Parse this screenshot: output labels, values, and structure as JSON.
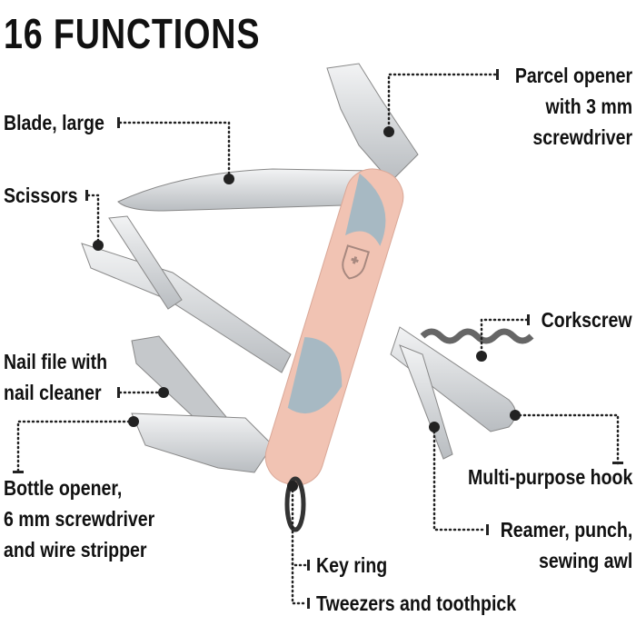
{
  "title": "16 FUNCTIONS",
  "colors": {
    "handle": "#f1c3b3",
    "handle_pattern": "#9fb8c4",
    "steel": "#d4d7da",
    "text": "#111111"
  },
  "functions": [
    {
      "lines": [
        "Parcel opener",
        "with 3 mm",
        "screwdriver"
      ]
    },
    {
      "lines": [
        "Blade, large"
      ]
    },
    {
      "lines": [
        "Scissors"
      ]
    },
    {
      "lines": [
        "Corkscrew"
      ]
    },
    {
      "lines": [
        "Nail file with",
        "nail cleaner"
      ]
    },
    {
      "lines": [
        "Bottle opener,",
        "6 mm screwdriver",
        "and wire stripper"
      ]
    },
    {
      "lines": [
        "Multi-purpose hook"
      ]
    },
    {
      "lines": [
        "Reamer, punch,",
        "sewing awl"
      ]
    },
    {
      "lines": [
        "Key ring"
      ]
    },
    {
      "lines": [
        "Tweezers and toothpick"
      ]
    }
  ]
}
